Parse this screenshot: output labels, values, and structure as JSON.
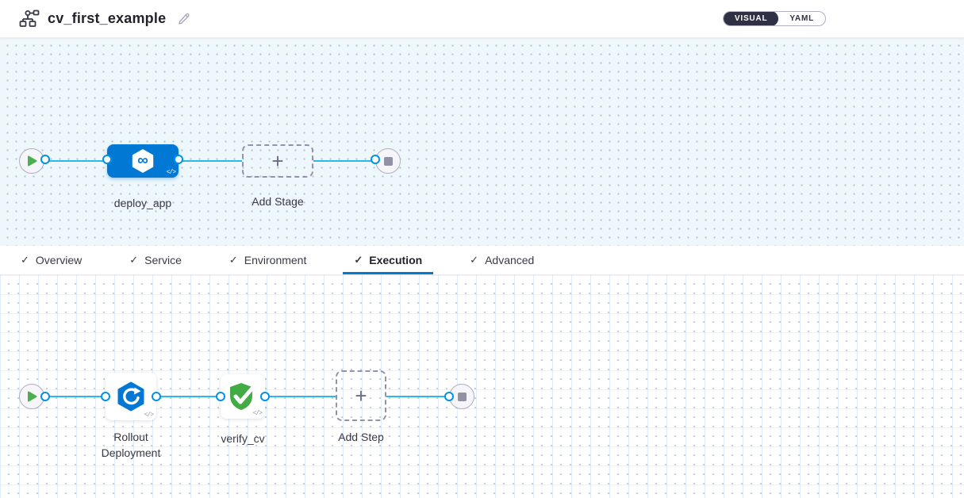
{
  "header": {
    "title": "cv_first_example",
    "view_toggle": {
      "visual_label": "VISUAL",
      "yaml_label": "YAML",
      "selected": "VISUAL"
    }
  },
  "stage_pipeline": {
    "stage_name": "deploy_app",
    "add_stage_label": "Add Stage"
  },
  "tabs": {
    "check_glyph": "✓",
    "active": "Execution",
    "items": [
      {
        "label": "Overview"
      },
      {
        "label": "Service"
      },
      {
        "label": "Environment"
      },
      {
        "label": "Execution"
      },
      {
        "label": "Advanced"
      }
    ]
  },
  "execution_pipeline": {
    "steps": [
      {
        "label": "Rollout Deployment"
      },
      {
        "label": "verify_cv"
      }
    ],
    "add_step_label": "Add Step"
  },
  "glyphs": {
    "plus": "+",
    "code": "</>",
    "infinity": "∞"
  },
  "colors": {
    "accent_blue": "#0278d5",
    "connector_blue": "#2bb8ec",
    "port_blue": "#0092e4",
    "success_green": "#42ab45",
    "toggle_dark": "#2f3043",
    "stage_canvas_bg": "#eef7fb"
  }
}
